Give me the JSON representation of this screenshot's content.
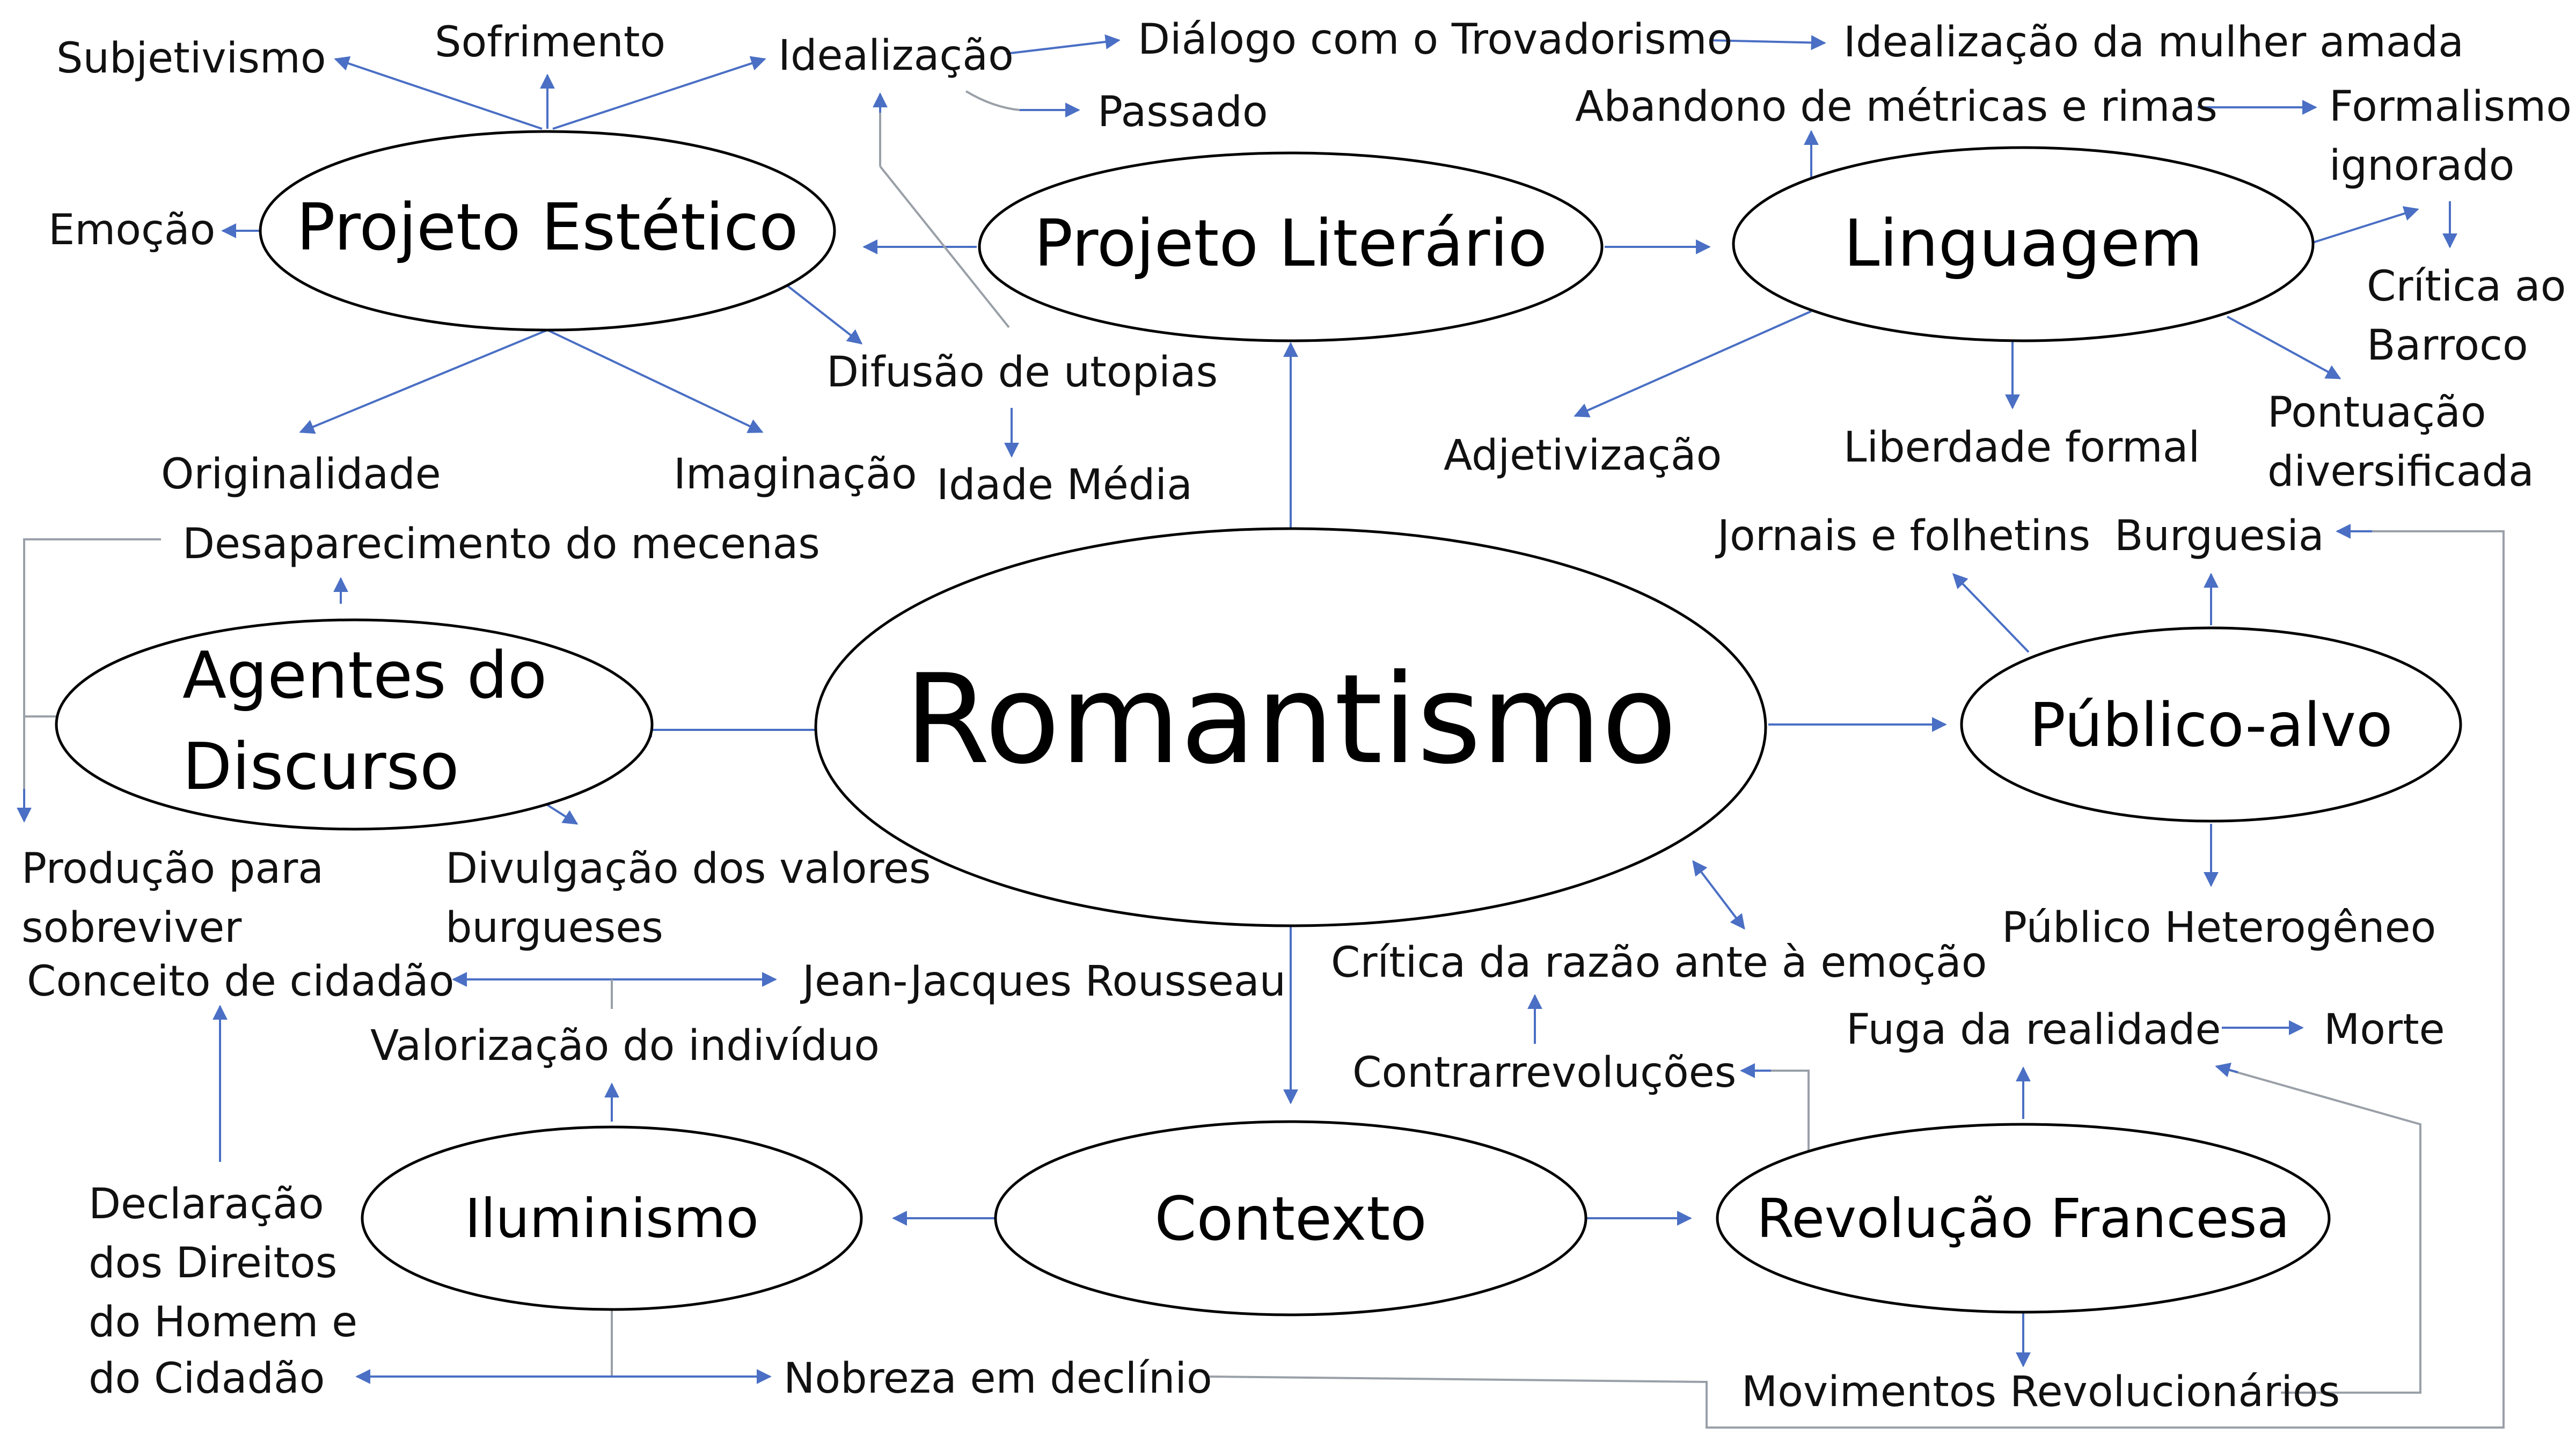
{
  "root": "Romantismo",
  "nodes": {
    "projeto_literario": "Projeto Literário",
    "projeto_estetico": "Projeto Estético",
    "linguagem": "Linguagem",
    "agentes_line1": "Agentes do",
    "agentes_line2": "Discurso",
    "publico_alvo": "Público-alvo",
    "contexto": "Contexto",
    "iluminismo": "Iluminismo",
    "revolucao_francesa": "Revolução Francesa"
  },
  "labels": {
    "subjetivismo": "Subjetivismo",
    "sofrimento": "Sofrimento",
    "idealizacao": "Idealização",
    "dialogo_trovadorismo": "Diálogo com o Trovadorismo",
    "idealizacao_mulher": "Idealização da mulher amada",
    "passado": "Passado",
    "abandono_metricas": "Abandono de métricas e rimas",
    "formalismo_1": "Formalismo",
    "formalismo_2": "ignorado",
    "emocao": "Emoção",
    "critica_barroco_1": "Crítica ao",
    "critica_barroco_2": "Barroco",
    "difusao_utopias": "Difusão de utopias",
    "pontuacao_1": "Pontuação",
    "pontuacao_2": "diversificada",
    "originalidade": "Originalidade",
    "imaginacao": "Imaginação",
    "idade_media": "Idade Média",
    "adjetivizacao": "Adjetivização",
    "liberdade_formal": "Liberdade formal",
    "desaparecimento_mecenas": "Desaparecimento do mecenas",
    "jornais_folhetins": "Jornais e folhetins",
    "burguesia": "Burguesia",
    "producao_1": "Produção para",
    "producao_2": "sobreviver",
    "divulgacao_1": "Divulgação dos valores",
    "divulgacao_2": "burgueses",
    "publico_heterogeneo": "Público Heterogêneo",
    "conceito_cidadao": "Conceito de cidadão",
    "rousseau": "Jean-Jacques Rousseau",
    "critica_razao": "Crítica da razão ante à emoção",
    "valorizacao_individuo": "Valorização do indivíduo",
    "fuga_realidade": "Fuga da realidade",
    "morte": "Morte",
    "contrarrevolucoes": "Contrarrevoluções",
    "declaracao_1": "Declaração",
    "declaracao_2": "dos Direitos",
    "declaracao_3": "do Homem e",
    "declaracao_4": "do Cidadão",
    "nobreza_declinio": "Nobreza em declínio",
    "movimentos_revolucionarios": "Movimentos Revolucionários"
  },
  "colors": {
    "arrow": "#4a6fc4",
    "connector_gray": "#9aa0a8",
    "node_outline": "#000000",
    "text": "#111111"
  }
}
